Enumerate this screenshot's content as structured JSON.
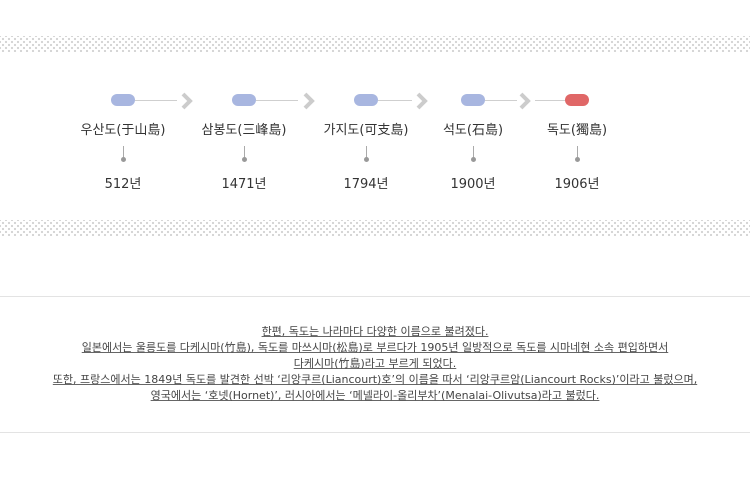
{
  "timeline": {
    "stops": [
      {
        "name": "우산도(于山島)",
        "year": "512년"
      },
      {
        "name": "삼봉도(三峰島)",
        "year": "1471년"
      },
      {
        "name": "가지도(可支島)",
        "year": "1794년"
      },
      {
        "name": "석도(石島)",
        "year": "1900년"
      },
      {
        "name": "독도(獨島)",
        "year": "1906년"
      }
    ],
    "colors": {
      "pill_default": "#a8b6e0",
      "pill_current": "#e06767",
      "chevron": "#cccccc",
      "connector": "#cfcfcf"
    }
  },
  "description": {
    "lines": [
      "한편, 독도는 나라마다 다양한 이름으로 불려졌다.",
      "일본에서는 울릉도를 다케시마(竹島), 독도를 마쓰시마(松島)로 부르다가 1905년 일방적으로 독도를 시마네현 소속 편입하면서",
      "다케시마(竹島)라고 부르게 되었다.",
      "또한, 프랑스에서는 1849년 독도를 발견한 선박 ‘리앙쿠르(Liancourt)호’의 이름을 따서 ‘리앙쿠르암(Liancourt Rocks)’이라고 불렀으며,",
      "영국에서는 ‘호넷(Hornet)’, 러시아에서는 ‘메넬라이-올리부차’(Menalai-Olivutsa)라고 불렀다."
    ]
  }
}
